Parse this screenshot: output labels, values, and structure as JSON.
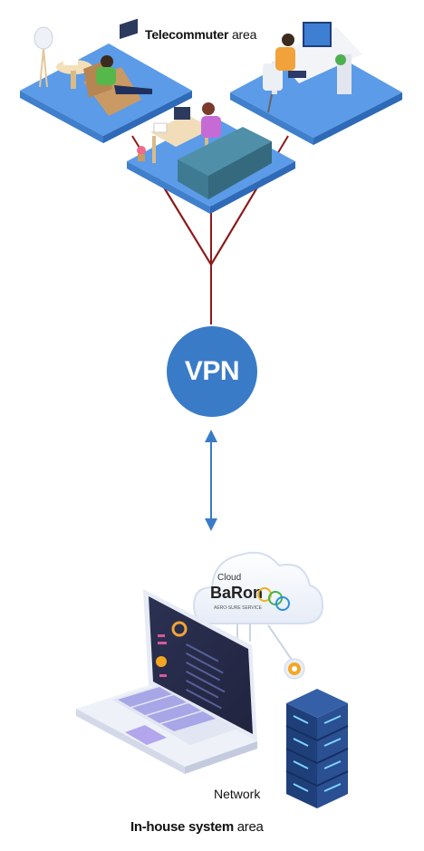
{
  "labels": {
    "telecommuter_strong": "Telecommuter",
    "telecommuter_rest": " area",
    "vpn": "VPN",
    "inhouse_strong": "In-house system",
    "inhouse_rest": " area",
    "network": "Network"
  },
  "logo": {
    "line1": "Cloud",
    "line2": "BaRon",
    "tagline": "AERO-SURE SERVICE"
  },
  "colors": {
    "vpn_circle": "#3a7bc8",
    "platform": "#5b9be8",
    "connector": "#8b1a1a",
    "arrow": "#3a7bc8",
    "server": "#1e3f7a"
  },
  "icons": {
    "arrow": "double-headed-arrow-icon",
    "server": "server-rack-icon",
    "cloud": "cloud-icon",
    "laptop": "laptop-icon",
    "gear": "gear-icon"
  }
}
